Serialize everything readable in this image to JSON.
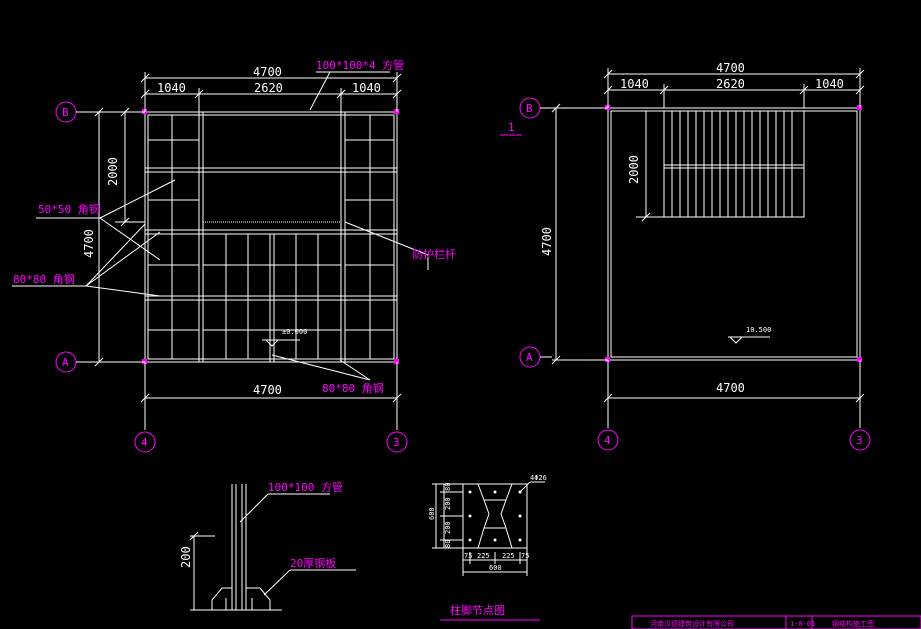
{
  "colors": {
    "background": "#000000",
    "line": "#ffffff",
    "annotation": "#ff00ff"
  },
  "left_plan": {
    "dim_total_top": "4700",
    "dim_left": "1040",
    "dim_mid": "2620",
    "dim_right": "1040",
    "dim_height_partial": "2000",
    "dim_height_total": "4700",
    "dim_total_bottom": "4700",
    "axis_b": "B",
    "axis_a": "A",
    "axis_4": "4",
    "axis_3": "3",
    "note_tube": "100*100*4 方管",
    "note_angle_50": "50*50 角钢",
    "note_angle_80_left": "80*80 角钢",
    "note_rail": "防护栏杆",
    "note_angle_80_bottom": "80*80 角钢",
    "elev_small": "±0.000"
  },
  "right_plan": {
    "dim_total_top": "4700",
    "dim_left": "1040",
    "dim_mid": "2620",
    "dim_right": "1040",
    "dim_height_partial": "2000",
    "dim_height_total": "4700",
    "dim_total_bottom": "4700",
    "axis_b": "B",
    "axis_a": "A",
    "axis_4": "4",
    "axis_3": "3",
    "index_label": "1",
    "elev": "10.500"
  },
  "detail_section": {
    "note_tube": "100*100 方管",
    "note_plate": "20厚钢板",
    "dim_200": "200"
  },
  "detail_plan": {
    "note_bolt": "4Φ26",
    "dim_side": "600",
    "dim_v": [
      "80",
      "200",
      "200",
      "80"
    ],
    "dim_h": [
      "75",
      "225",
      "225",
      "75"
    ],
    "dim_bottom": "600",
    "caption": "柱脚节点图"
  },
  "title_block": {
    "company": "河南汉德建筑设计有限公司",
    "cell2": "1-0-01",
    "cell3": "钢结构施工图"
  }
}
